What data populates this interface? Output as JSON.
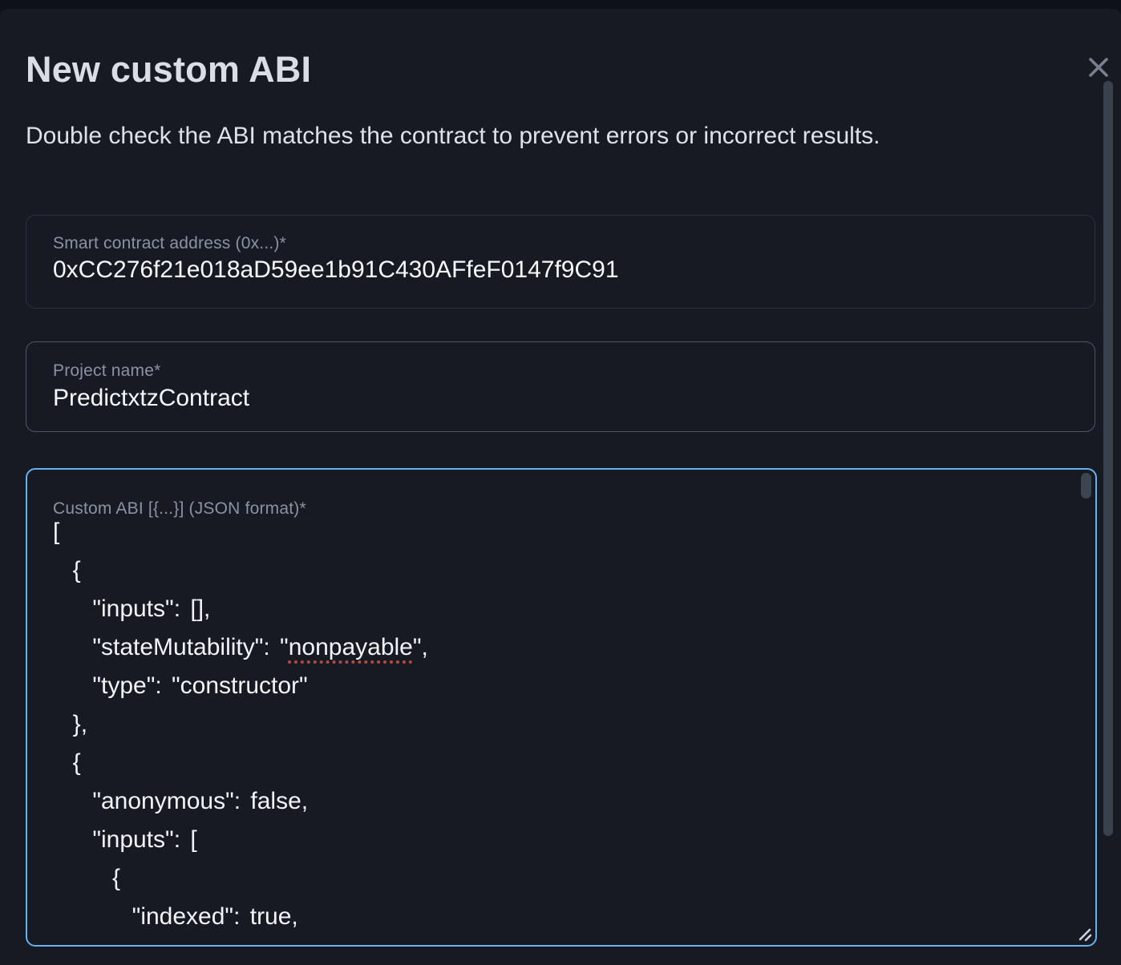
{
  "modal": {
    "title": "New custom ABI",
    "description": "Double check the ABI matches the contract to prevent errors or incorrect results.",
    "close_icon": "x-close"
  },
  "fields": {
    "contract_address": {
      "label": "Smart contract address (0x...)*",
      "value": "0xCC276f21e018aD59ee1b91C430AFfeF0147f9C91"
    },
    "project_name": {
      "label": "Project name*",
      "value": "PredictxtzContract"
    },
    "custom_abi": {
      "label": "Custom ABI [{...}] (JSON format)*",
      "lines": [
        {
          "text": "["
        },
        {
          "text": "  {"
        },
        {
          "text": "    \"inputs\": [],"
        },
        {
          "pre": "    \"stateMutability\": \"",
          "word": "nonpayable",
          "post": "\","
        },
        {
          "text": "    \"type\": \"constructor\""
        },
        {
          "text": "  },"
        },
        {
          "text": "  {"
        },
        {
          "text": "    \"anonymous\": false,"
        },
        {
          "text": "    \"inputs\": ["
        },
        {
          "text": "      {"
        },
        {
          "text": "        \"indexed\": true,"
        }
      ]
    }
  },
  "scrollbars": {
    "page_scrollbar": "vertical",
    "abi_textarea_scrollbar": "vertical"
  },
  "colors": {
    "background": "#171a23",
    "accent_focus_border": "#63b3ed",
    "spellcheck_underline": "#b9493f",
    "label_text": "#8a93a4",
    "value_text": "#f7f9fc"
  }
}
